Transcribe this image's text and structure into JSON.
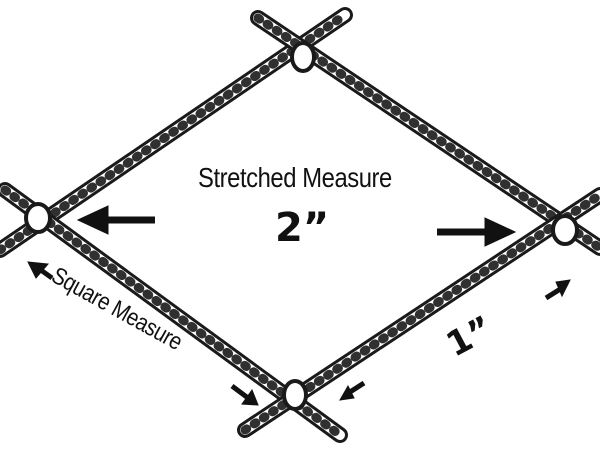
{
  "diagram": {
    "type": "net-mesh-measurement",
    "labels": {
      "stretched_measure": "Stretched Measure",
      "stretched_value": "2”",
      "square_measure": "Square Measure",
      "square_value": "1”"
    },
    "colors": {
      "rope": "#1a1a1a",
      "background": "#ffffff",
      "text": "#111111"
    }
  }
}
